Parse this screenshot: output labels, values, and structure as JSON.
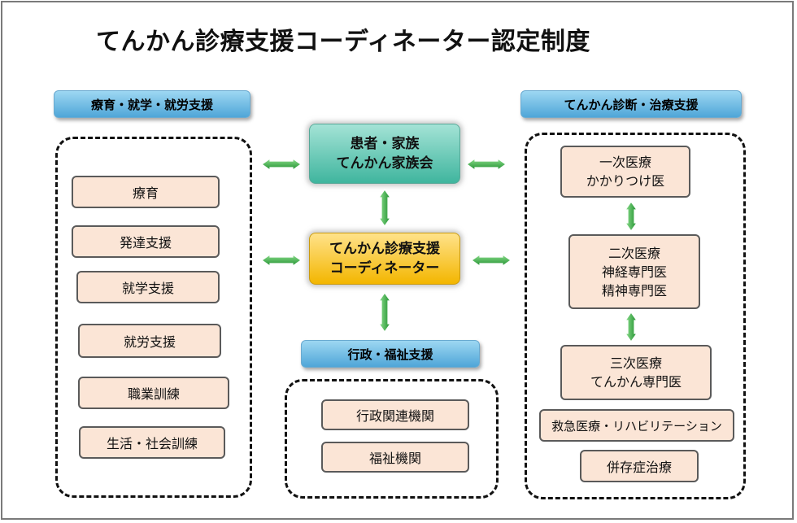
{
  "title": "てんかん診療支援コーディネーター認定制度",
  "headers": {
    "left": "療育・就学・就労支援",
    "right": "てんかん診断・治療支援",
    "bottom": "行政・福祉支援"
  },
  "center": {
    "patient": {
      "line1": "患者・家族",
      "line2": "てんかん家族会"
    },
    "coordinator": {
      "line1": "てんかん診療支援",
      "line2": "コーディネーター"
    }
  },
  "left_items": [
    "療育",
    "発達支援",
    "就学支援",
    "就労支援",
    "職業訓練",
    "生活・社会訓練"
  ],
  "bottom_items": [
    "行政関連機関",
    "福祉機関"
  ],
  "right_items": {
    "primary": {
      "line1": "一次医療",
      "line2": "かかりつけ医"
    },
    "secondary": {
      "line1": "二次医療",
      "line2": "神経専門医",
      "line3": "精神専門医"
    },
    "tertiary": {
      "line1": "三次医療",
      "line2": "てんかん専門医"
    },
    "emergency": "救急医療・リハビリテーション",
    "comorbidity": "併存症治療"
  },
  "colors": {
    "arrow": "#2aa33a",
    "peach": "#fbe5d6",
    "teal": "#3fb59e",
    "gold": "#f3b600",
    "header_blue": "#4fa6d8"
  }
}
